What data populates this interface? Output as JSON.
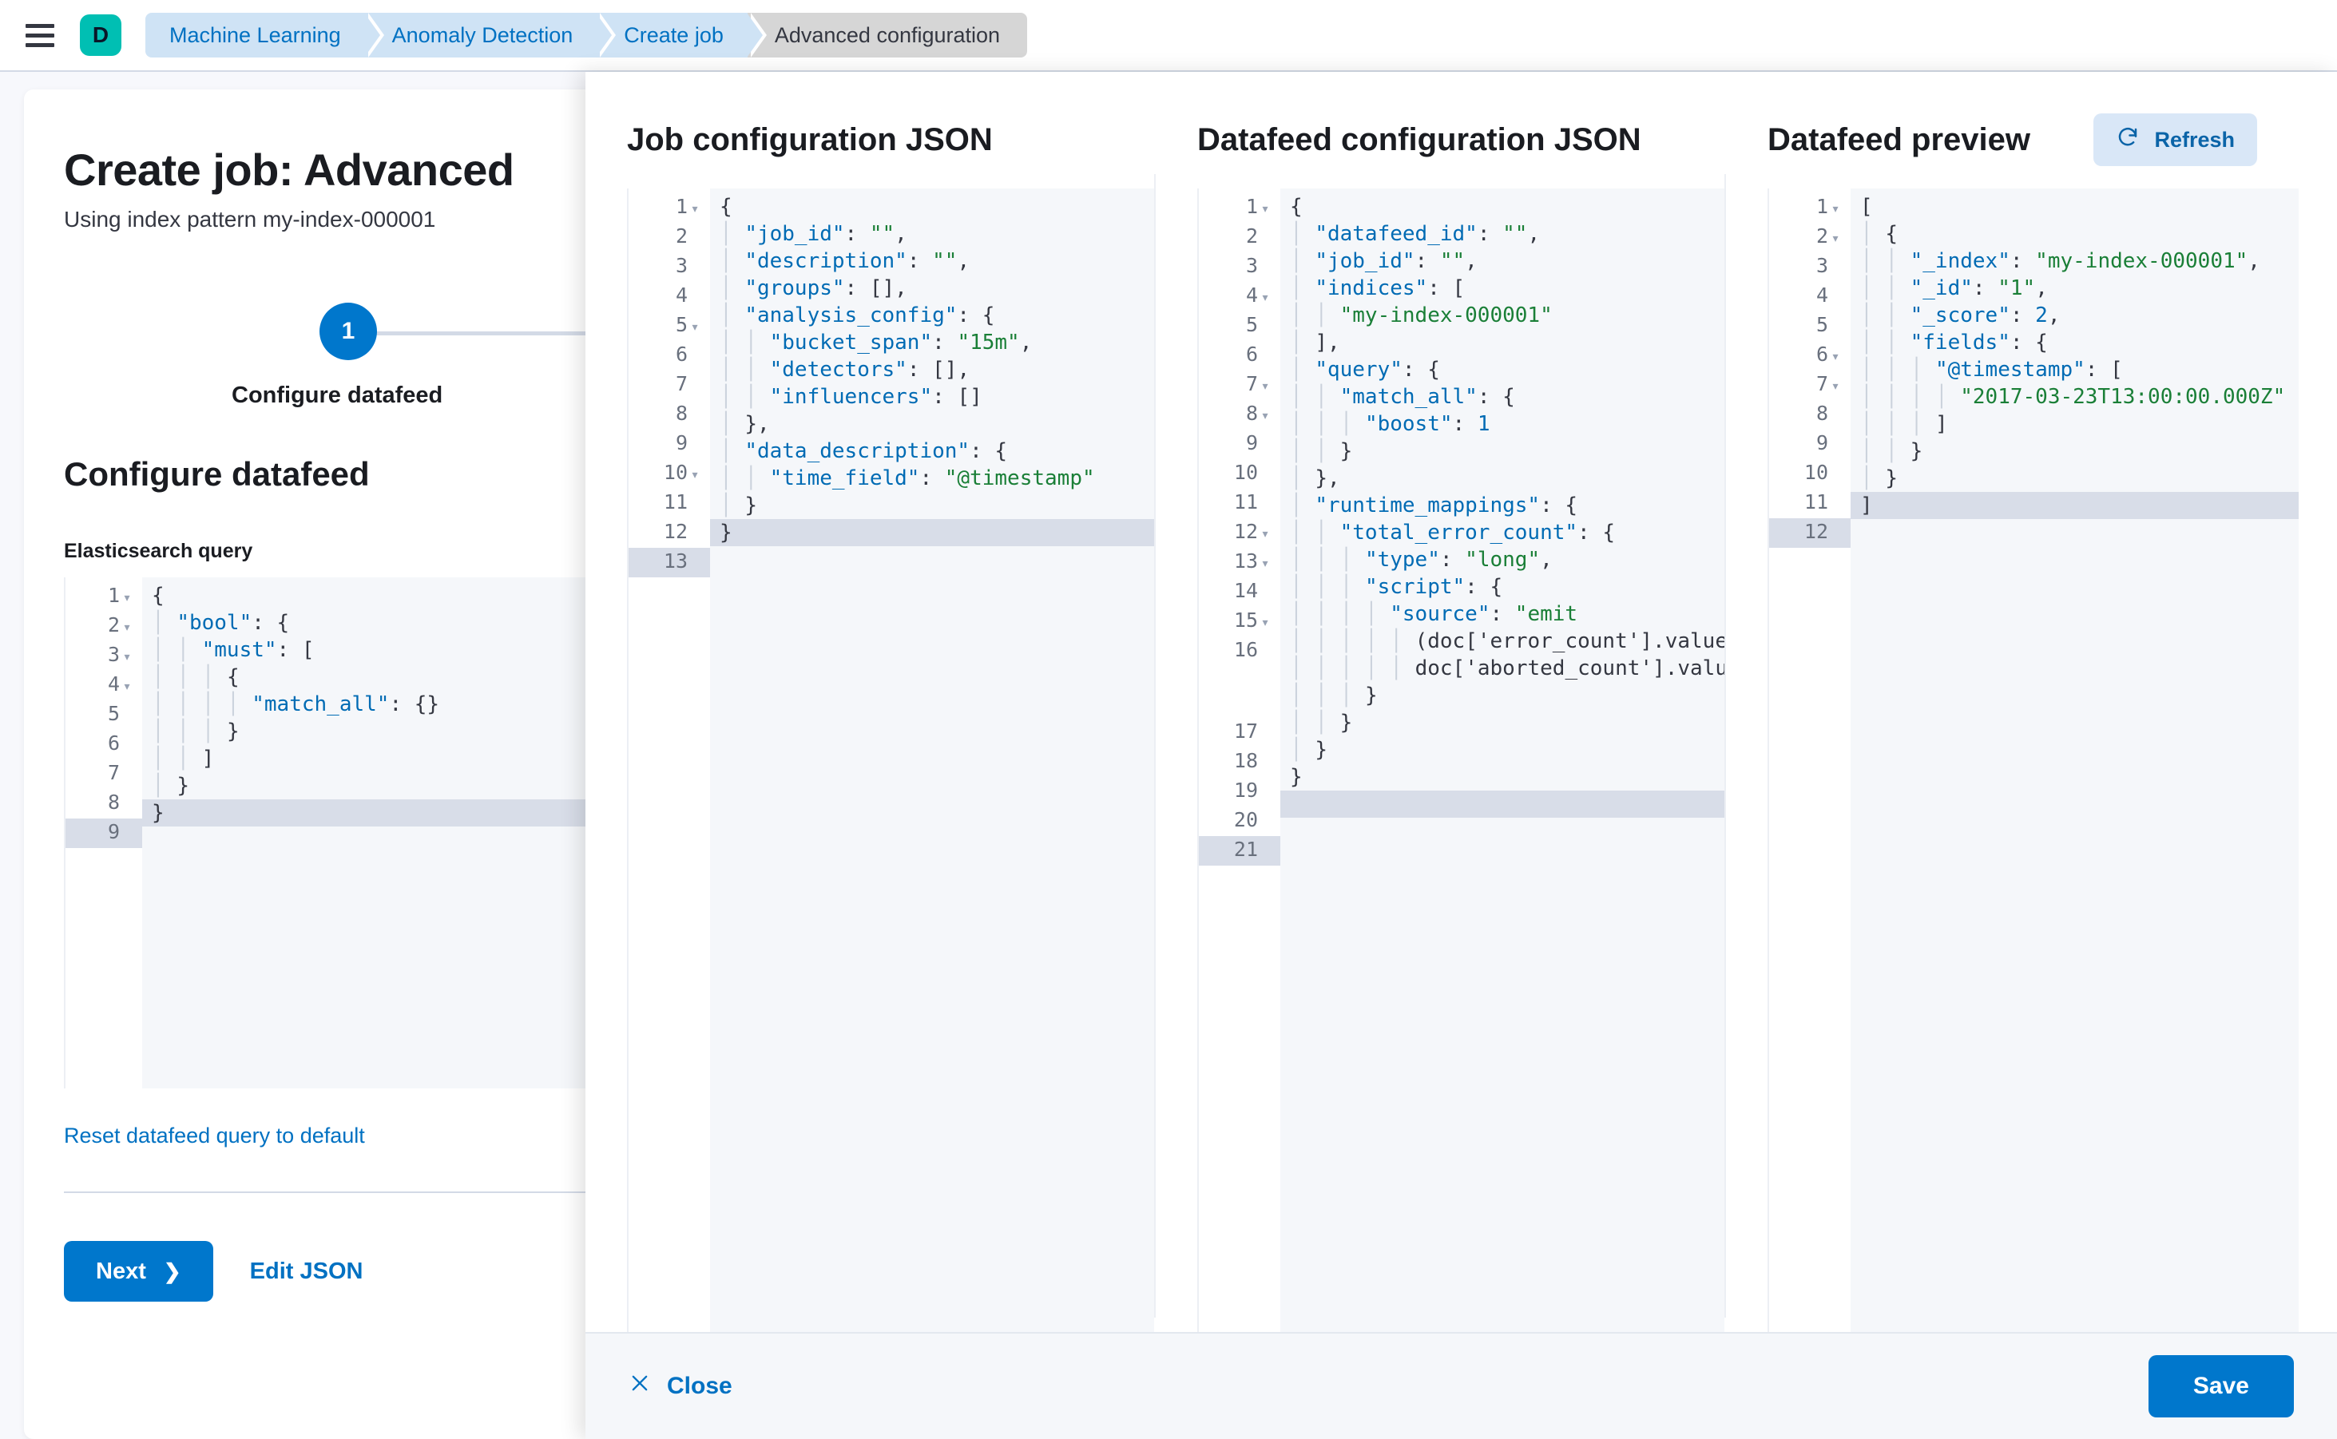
{
  "topbar": {
    "menu_icon": "hamburger-icon",
    "avatar_letter": "D",
    "breadcrumbs": [
      {
        "label": "Machine Learning",
        "active": false
      },
      {
        "label": "Anomaly Detection",
        "active": false
      },
      {
        "label": "Create job",
        "active": false
      },
      {
        "label": "Advanced configuration",
        "active": true
      }
    ]
  },
  "wizard": {
    "title": "Create job: Advanced",
    "subtitle": "Using index pattern my-index-000001",
    "step_number": "1",
    "step_label": "Configure datafeed",
    "section_title": "Configure datafeed",
    "query_label": "Elasticsearch query",
    "reset_link": "Reset datafeed query to default",
    "next_label": "Next",
    "next_icon": "chevron-right-icon",
    "edit_json_label": "Edit JSON",
    "query_editor": {
      "active_line": 9,
      "lines": [
        {
          "n": "1",
          "fold": true,
          "text": "{"
        },
        {
          "n": "2",
          "fold": true,
          "text": "  \"bool\": {"
        },
        {
          "n": "3",
          "fold": true,
          "text": "    \"must\": ["
        },
        {
          "n": "4",
          "fold": true,
          "text": "      {"
        },
        {
          "n": "5",
          "fold": false,
          "text": "        \"match_all\": {}"
        },
        {
          "n": "6",
          "fold": false,
          "text": "      }"
        },
        {
          "n": "7",
          "fold": false,
          "text": "    ]"
        },
        {
          "n": "8",
          "fold": false,
          "text": "  }"
        },
        {
          "n": "9",
          "fold": false,
          "text": "}"
        }
      ]
    }
  },
  "flyout": {
    "columns": [
      {
        "title": "Job configuration JSON",
        "editor": {
          "active_line": 13,
          "lines": [
            {
              "n": "1",
              "fold": true,
              "text": "{"
            },
            {
              "n": "2",
              "fold": false,
              "text": "  \"job_id\": \"\","
            },
            {
              "n": "3",
              "fold": false,
              "text": "  \"description\": \"\","
            },
            {
              "n": "4",
              "fold": false,
              "text": "  \"groups\": [],"
            },
            {
              "n": "5",
              "fold": true,
              "text": "  \"analysis_config\": {"
            },
            {
              "n": "6",
              "fold": false,
              "text": "    \"bucket_span\": \"15m\","
            },
            {
              "n": "7",
              "fold": false,
              "text": "    \"detectors\": [],"
            },
            {
              "n": "8",
              "fold": false,
              "text": "    \"influencers\": []"
            },
            {
              "n": "9",
              "fold": false,
              "text": "  },"
            },
            {
              "n": "10",
              "fold": true,
              "text": "  \"data_description\": {"
            },
            {
              "n": "11",
              "fold": false,
              "text": "    \"time_field\": \"@timestamp\""
            },
            {
              "n": "12",
              "fold": false,
              "text": "  }"
            },
            {
              "n": "13",
              "fold": false,
              "text": "}"
            }
          ]
        }
      },
      {
        "title": "Datafeed configuration JSON",
        "editor": {
          "active_line": 21,
          "lines": [
            {
              "n": "1",
              "fold": true,
              "text": "{"
            },
            {
              "n": "2",
              "fold": false,
              "text": "  \"datafeed_id\": \"\","
            },
            {
              "n": "3",
              "fold": false,
              "text": "  \"job_id\": \"\","
            },
            {
              "n": "4",
              "fold": true,
              "text": "  \"indices\": ["
            },
            {
              "n": "5",
              "fold": false,
              "text": "    \"my-index-000001\""
            },
            {
              "n": "6",
              "fold": false,
              "text": "  ],"
            },
            {
              "n": "7",
              "fold": true,
              "text": "  \"query\": {"
            },
            {
              "n": "8",
              "fold": true,
              "text": "    \"match_all\": {"
            },
            {
              "n": "9",
              "fold": false,
              "text": "      \"boost\": 1"
            },
            {
              "n": "10",
              "fold": false,
              "text": "    }"
            },
            {
              "n": "11",
              "fold": false,
              "text": "  },"
            },
            {
              "n": "12",
              "fold": true,
              "text": "  \"runtime_mappings\": {"
            },
            {
              "n": "13",
              "fold": true,
              "text": "    \"total_error_count\": {"
            },
            {
              "n": "14",
              "fold": false,
              "text": "      \"type\": \"long\","
            },
            {
              "n": "15",
              "fold": true,
              "text": "      \"script\": {"
            },
            {
              "n": "16",
              "fold": false,
              "text": "        \"source\": \"emit\n          (doc['error_count'].value +\n          doc['aborted_count'].value)\""
            },
            {
              "n": "17",
              "fold": false,
              "text": "      }"
            },
            {
              "n": "18",
              "fold": false,
              "text": "    }"
            },
            {
              "n": "19",
              "fold": false,
              "text": "  }"
            },
            {
              "n": "20",
              "fold": false,
              "text": "}"
            },
            {
              "n": "21",
              "fold": false,
              "text": ""
            }
          ]
        }
      },
      {
        "title": "Datafeed preview",
        "refresh_label": "Refresh",
        "refresh_icon": "refresh-icon",
        "editor": {
          "active_line": 12,
          "lines": [
            {
              "n": "1",
              "fold": true,
              "text": "["
            },
            {
              "n": "2",
              "fold": true,
              "text": "  {"
            },
            {
              "n": "3",
              "fold": false,
              "text": "    \"_index\": \"my-index-000001\","
            },
            {
              "n": "4",
              "fold": false,
              "text": "    \"_id\": \"1\","
            },
            {
              "n": "5",
              "fold": false,
              "text": "    \"_score\": 2,"
            },
            {
              "n": "6",
              "fold": true,
              "text": "    \"fields\": {"
            },
            {
              "n": "7",
              "fold": true,
              "text": "      \"@timestamp\": ["
            },
            {
              "n": "8",
              "fold": false,
              "text": "        \"2017-03-23T13:00:00.000Z\""
            },
            {
              "n": "9",
              "fold": false,
              "text": "      ]"
            },
            {
              "n": "10",
              "fold": false,
              "text": "    }"
            },
            {
              "n": "11",
              "fold": false,
              "text": "  }"
            },
            {
              "n": "12",
              "fold": false,
              "text": "]"
            }
          ]
        }
      }
    ],
    "footer": {
      "close_label": "Close",
      "close_icon": "close-icon",
      "save_label": "Save"
    }
  },
  "colors": {
    "primary": "#0077cc",
    "link": "#0071c2",
    "accent_teal": "#00bfb3",
    "crumb_bg": "#cfe3f5",
    "crumb_active_bg": "#d6d6d6",
    "editor_bg": "#f5f7fa",
    "active_line_bg": "#d8dde8"
  }
}
